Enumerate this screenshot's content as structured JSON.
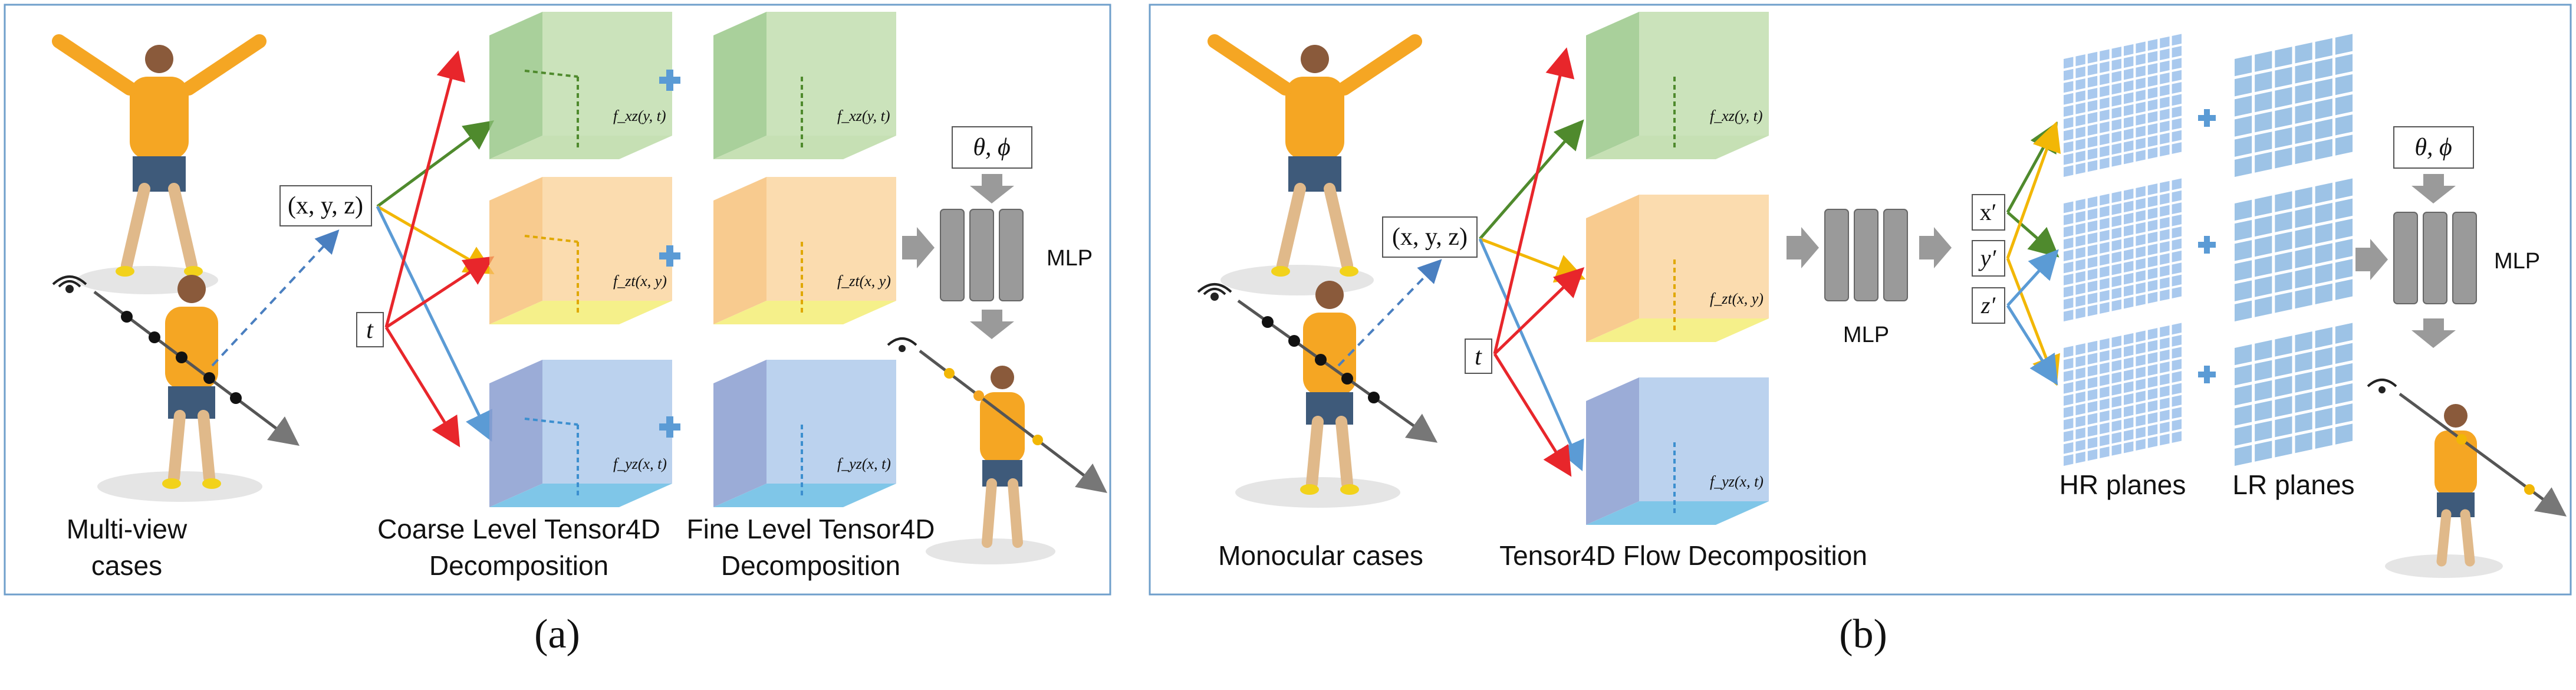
{
  "panel_a": {
    "subfig_label": "(a)",
    "input_coords": "(x, y, z)",
    "input_time": "t",
    "view_param": "θ, ϕ",
    "mlp_label": "MLP",
    "caption_cases_line1": "Multi-view",
    "caption_cases_line2": "cases",
    "caption_coarse_line1": "Coarse Level Tensor4D",
    "caption_coarse_line2": "Decomposition",
    "caption_fine_line1": "Fine Level Tensor4D",
    "caption_fine_line2": "Decomposition",
    "plane_labels": [
      "f_xz(y, t)",
      "f_zt(x, y)",
      "f_yz(x, t)"
    ]
  },
  "panel_b": {
    "subfig_label": "(b)",
    "input_coords": "(x, y, z)",
    "input_time": "t",
    "view_param": "θ, ϕ",
    "mlp_label_flow": "MLP",
    "mlp_label": "MLP",
    "warped_coords": [
      "x′",
      "y′",
      "z′"
    ],
    "caption_cases": "Monocular cases",
    "caption_flow": "Tensor4D Flow Decomposition",
    "caption_hr": "HR planes",
    "caption_lr": "LR planes",
    "plane_labels": [
      "f_xz(y, t)",
      "f_zt(x, y)",
      "f_yz(x, t)"
    ]
  },
  "colors": {
    "frame": "#6f9fcb",
    "arrow_green": "#4f8a2d",
    "arrow_red": "#e8262b",
    "arrow_yellow": "#f2b705",
    "arrow_blue": "#5b9bd5",
    "plus": "#5b9bd5",
    "mlp_block": "#9a9a9a",
    "plane_green": "#a9d08e",
    "plane_orange": "#f8c47a",
    "plane_blue": "#8db4e2"
  },
  "icons": [
    "eye-icon",
    "human-figure-icon",
    "plus-icon",
    "gray-arrow-icon"
  ]
}
